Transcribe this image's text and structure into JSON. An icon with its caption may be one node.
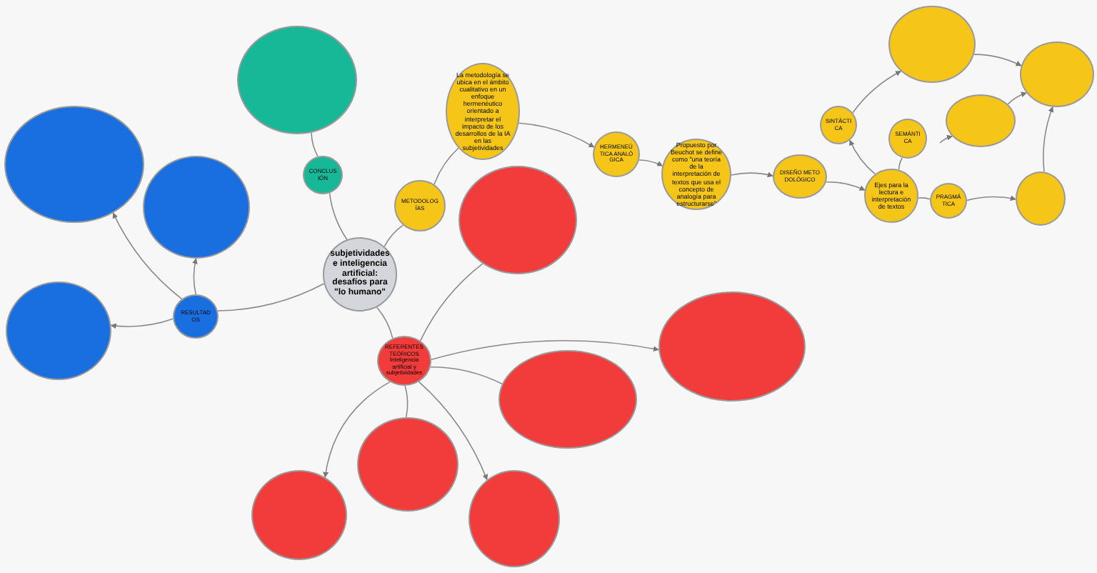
{
  "diagram": {
    "nodes": [
      {
        "text": [
          "subjetividades e inteligencia artificial: desafíos para \"lo humano\""
        ]
      },
      {
        "text": [
          "CONCLUSIÓN"
        ]
      },
      {
        "text": [],
        "shape": "circle"
      },
      {
        "text": [
          "METODOLOGÍAS"
        ]
      },
      {
        "text": [
          "La metodología se ubica en el ámbito cualitativo en un enfoque hermenéutico orientado a interpretar el impacto de los desarrollos de la IA en las subjetividades"
        ]
      },
      {
        "text": [
          "HERMENEÚTICA ANALÓGICA"
        ]
      },
      {
        "text": [
          "Propuesto por Beuchot se define como \"una teoría de la interpretación de textos que usa el concepto de analogía para estructurarse\""
        ]
      },
      {
        "text": [
          "DISEÑO METODOLÓGICO"
        ]
      },
      {
        "text": [
          "Ejes para la lectura e interpretación de textos"
        ]
      },
      {
        "text": [
          "SINTÁCTICA"
        ]
      },
      {
        "text": [
          "SEMÁNTICA"
        ]
      },
      {
        "text": [
          "PRAGMÁTICA"
        ]
      },
      {
        "text": [],
        "shape": "circle"
      },
      {
        "text": [],
        "shape": "circle"
      },
      {
        "text": [],
        "shape": "circle"
      },
      {
        "text": [],
        "shape": "circle"
      },
      {
        "text": [],
        "shape": "circle"
      },
      {
        "text": [
          "REFERENTES TEÓRICOS",
          "Inteligencia artificial y subjetividades"
        ]
      },
      {
        "text": [],
        "shape": "circle"
      },
      {
        "text": [],
        "shape": "circle"
      },
      {
        "text": [],
        "shape": "circle"
      },
      {
        "text": [],
        "shape": "circle"
      },
      {
        "text": [],
        "shape": "circle"
      },
      {
        "text": [
          "RESULTADOS"
        ]
      },
      {
        "text": [],
        "shape": "circle"
      },
      {
        "text": [],
        "shape": "circle"
      },
      {
        "text": [],
        "shape": "circle"
      }
    ],
    "edges": [
      {
        "from": 0,
        "to": 1,
        "arrow": "none"
      },
      {
        "from": 1,
        "to": 2,
        "arrow": "none"
      },
      {
        "from": 0,
        "to": 3,
        "arrow": "none"
      },
      {
        "from": 3,
        "to": 4,
        "arrow": "none"
      },
      {
        "from": 4,
        "to": 5,
        "arrow": "to"
      },
      {
        "from": 5,
        "to": 6,
        "arrow": "to"
      },
      {
        "from": 6,
        "to": 7,
        "arrow": "to"
      },
      {
        "from": 7,
        "to": 8,
        "arrow": "to"
      },
      {
        "from": 8,
        "to": 9,
        "arrow": "to"
      },
      {
        "from": 8,
        "to": 10,
        "arrow": "none"
      },
      {
        "from": 8,
        "to": 11,
        "arrow": "none"
      },
      {
        "from": 9,
        "to": 12,
        "arrow": "to"
      },
      {
        "from": 12,
        "to": 14,
        "arrow": "to"
      },
      {
        "from": null,
        "to": 13,
        "arrow": "to"
      },
      {
        "from": 13,
        "to": 14,
        "arrow": "to"
      },
      {
        "from": 11,
        "to": 15,
        "arrow": "to"
      },
      {
        "from": 15,
        "to": 14,
        "arrow": "to"
      },
      {
        "from": 0,
        "to": 23,
        "arrow": "none"
      },
      {
        "from": 23,
        "to": 24,
        "arrow": "to"
      },
      {
        "from": 23,
        "to": 25,
        "arrow": "to"
      },
      {
        "from": 23,
        "to": 26,
        "arrow": "to"
      },
      {
        "from": 0,
        "to": 17,
        "arrow": "none"
      },
      {
        "from": 17,
        "to": 16,
        "arrow": "none"
      },
      {
        "from": 17,
        "to": 19,
        "arrow": "to"
      },
      {
        "from": 17,
        "to": 18,
        "arrow": "none"
      },
      {
        "from": 17,
        "to": 20,
        "arrow": "none"
      },
      {
        "from": 17,
        "to": 21,
        "arrow": "to"
      },
      {
        "from": 17,
        "to": 22,
        "arrow": "to"
      }
    ]
  }
}
